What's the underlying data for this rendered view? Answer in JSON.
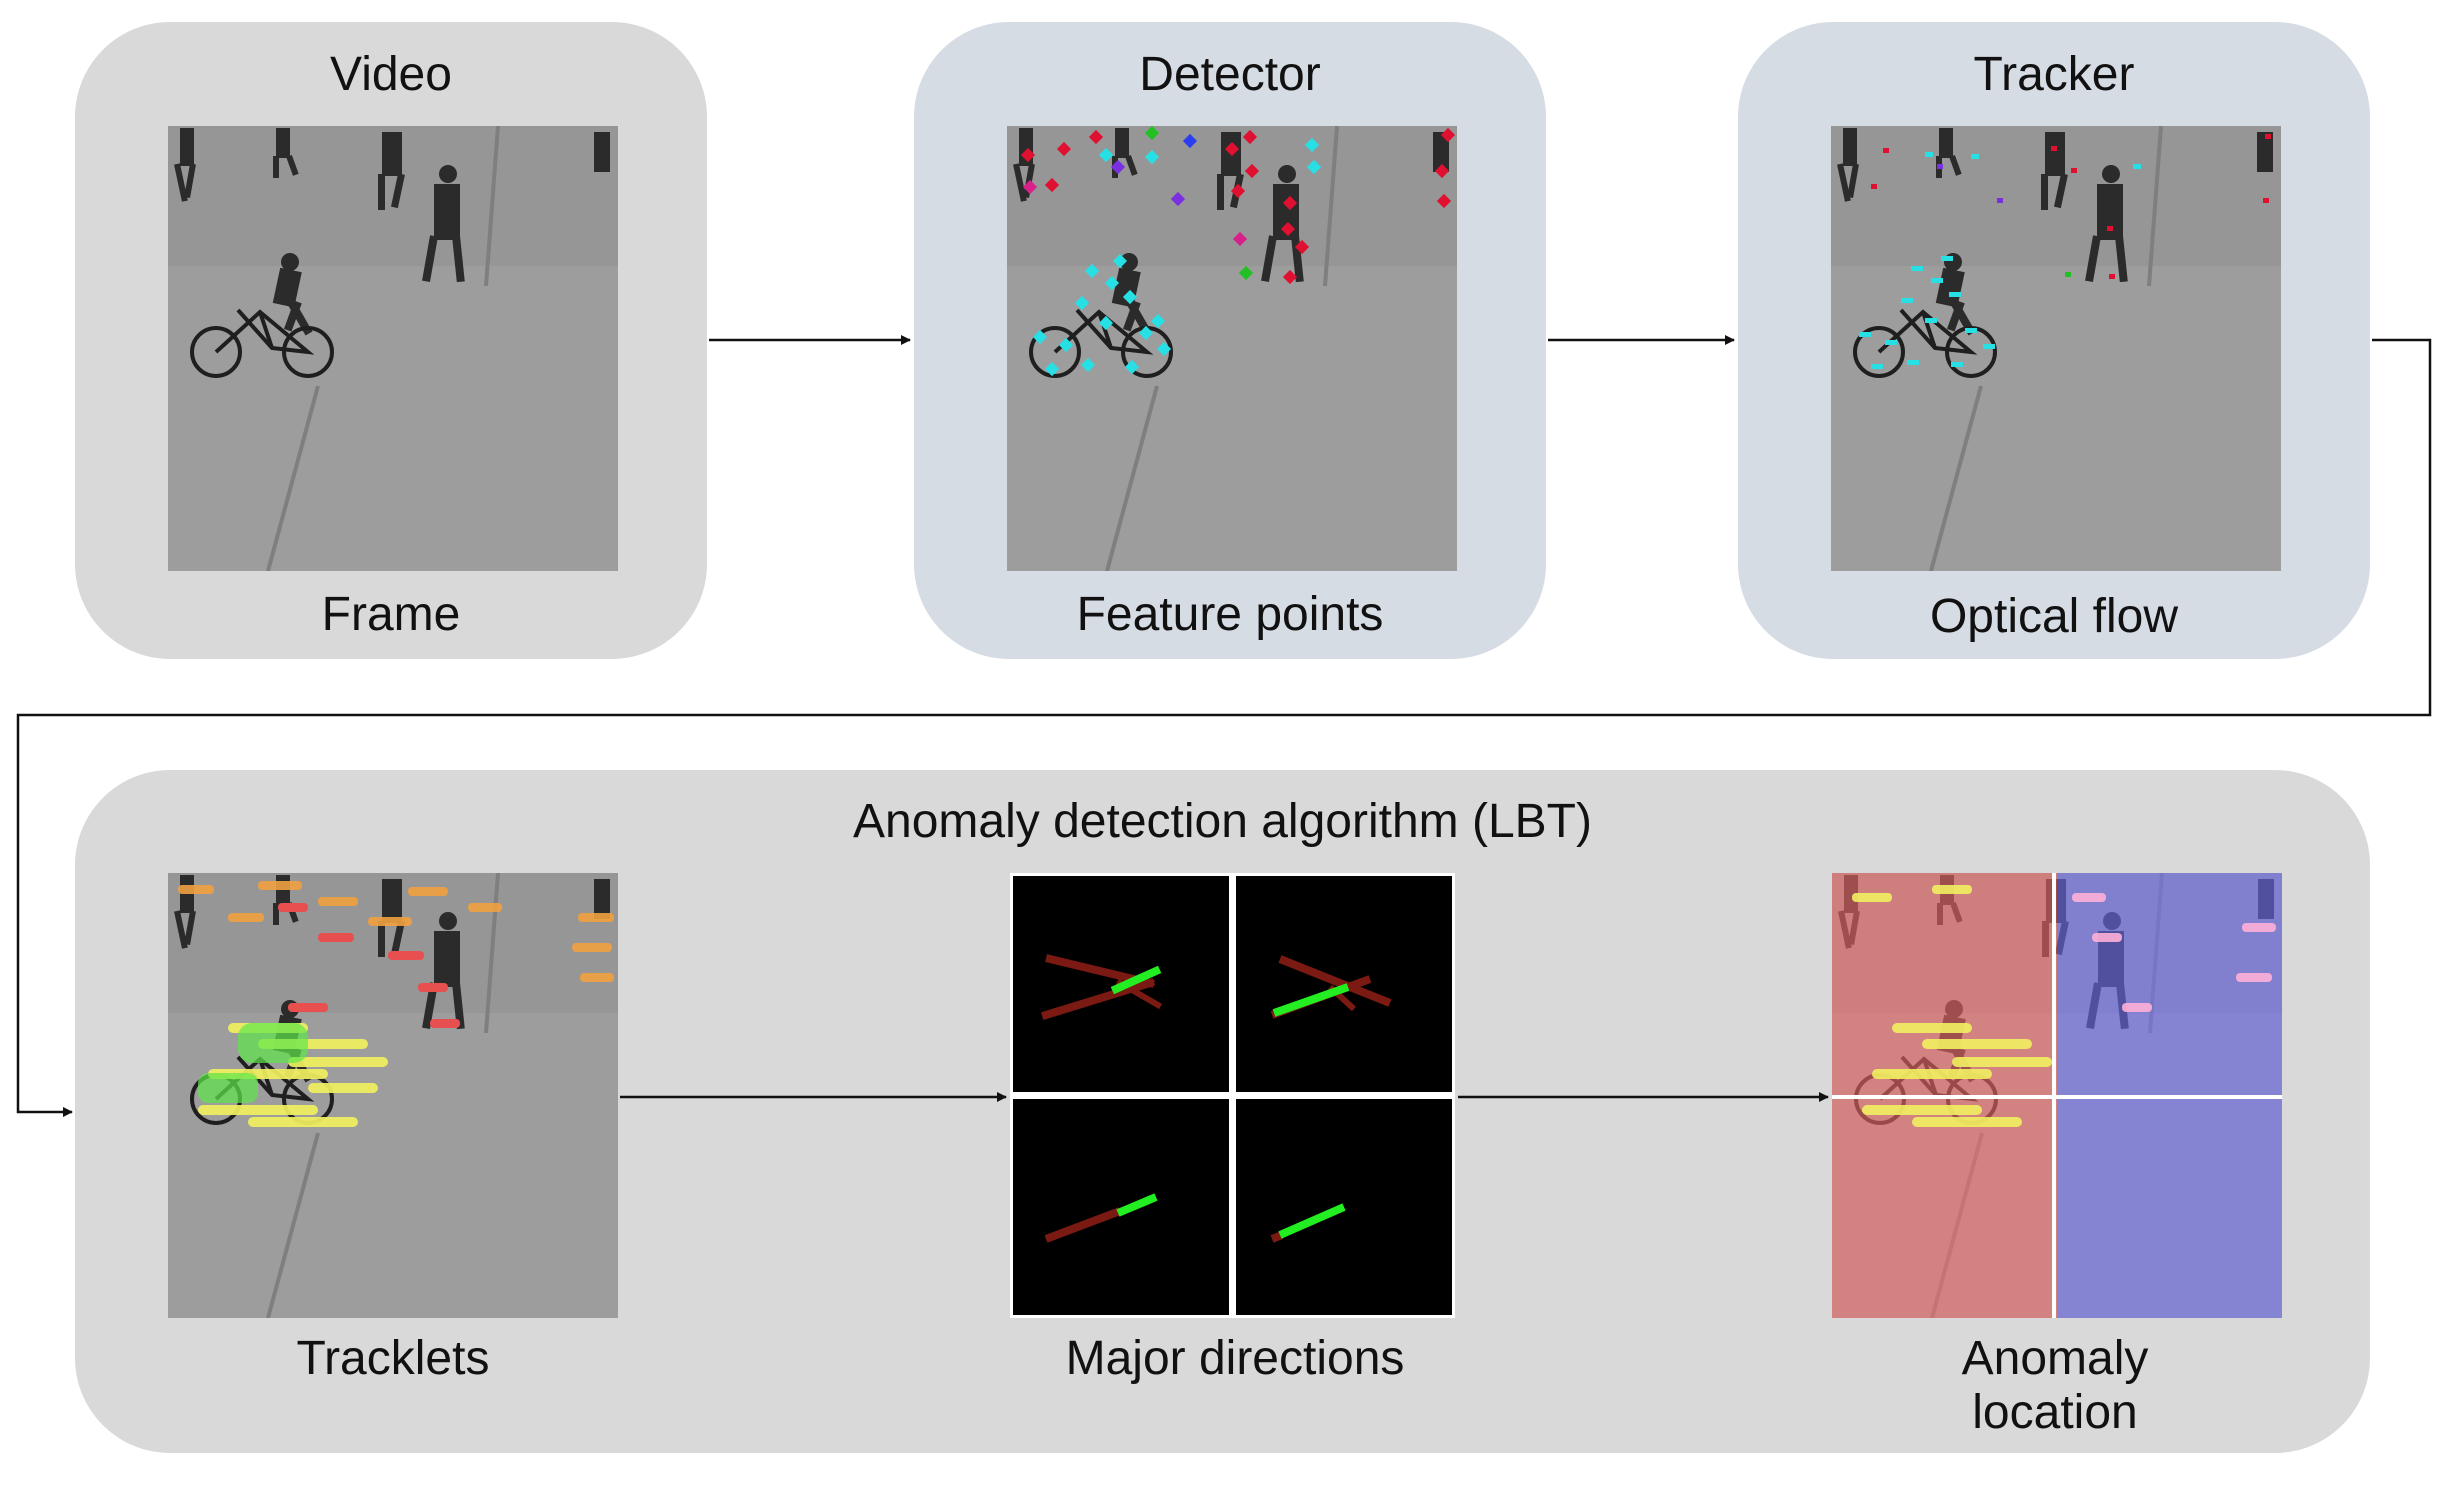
{
  "stages": {
    "video": {
      "title": "Video",
      "caption": "Frame"
    },
    "detector": {
      "title": "Detector",
      "caption": "Feature points"
    },
    "tracker": {
      "title": "Tracker",
      "caption": "Optical flow"
    }
  },
  "algorithm": {
    "title": "Anomaly detection algorithm (LBT)",
    "tracklets_caption": "Tracklets",
    "directions_caption": "Major directions",
    "anomaly_caption": "Anomaly\nlocation"
  },
  "colors": {
    "panel_gray": "#d9d9d9",
    "panel_blue": "#d6dce4",
    "feature_cyan": "#26e0e6",
    "feature_red": "#e01030",
    "direction_green": "#22ee22",
    "direction_dark_red": "#7a1a12",
    "anomaly_red_overlay": "#ff6b6b",
    "anomaly_blue_overlay": "#6f6fff"
  }
}
